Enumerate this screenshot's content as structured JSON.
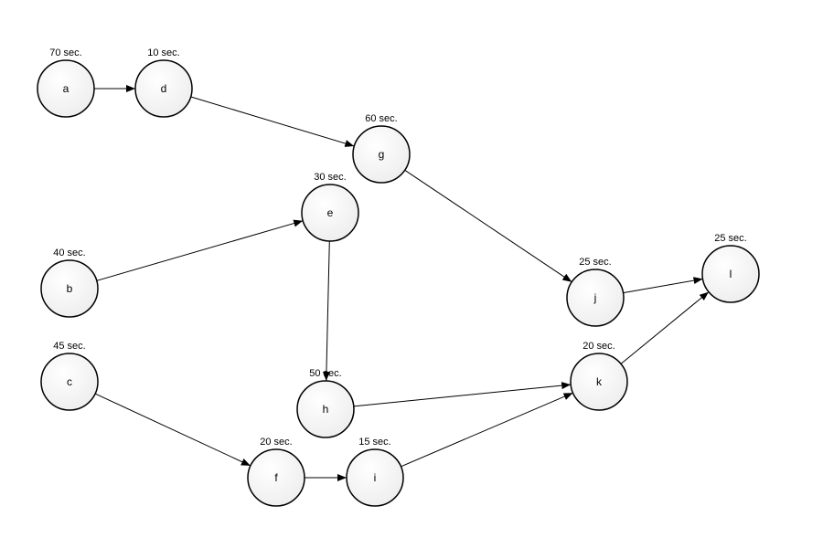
{
  "nodes": [
    {
      "id": "a",
      "label": "a",
      "duration": "70 sec."
    },
    {
      "id": "d",
      "label": "d",
      "duration": "10 sec."
    },
    {
      "id": "g",
      "label": "g",
      "duration": "60 sec."
    },
    {
      "id": "e",
      "label": "e",
      "duration": "30 sec."
    },
    {
      "id": "b",
      "label": "b",
      "duration": "40 sec."
    },
    {
      "id": "c",
      "label": "c",
      "duration": "45 sec."
    },
    {
      "id": "h",
      "label": "h",
      "duration": "50 sec."
    },
    {
      "id": "f",
      "label": "f",
      "duration": "20 sec."
    },
    {
      "id": "i",
      "label": "i",
      "duration": "15 sec."
    },
    {
      "id": "j",
      "label": "j",
      "duration": "25 sec."
    },
    {
      "id": "k",
      "label": "k",
      "duration": "20 sec."
    },
    {
      "id": "l",
      "label": "l",
      "duration": "25 sec."
    }
  ],
  "edges": [
    {
      "from": "a",
      "to": "d"
    },
    {
      "from": "d",
      "to": "g"
    },
    {
      "from": "g",
      "to": "j"
    },
    {
      "from": "b",
      "to": "e"
    },
    {
      "from": "e",
      "to": "h"
    },
    {
      "from": "c",
      "to": "f"
    },
    {
      "from": "f",
      "to": "i"
    },
    {
      "from": "h",
      "to": "k"
    },
    {
      "from": "i",
      "to": "k"
    },
    {
      "from": "j",
      "to": "l"
    },
    {
      "from": "k",
      "to": "l"
    }
  ]
}
